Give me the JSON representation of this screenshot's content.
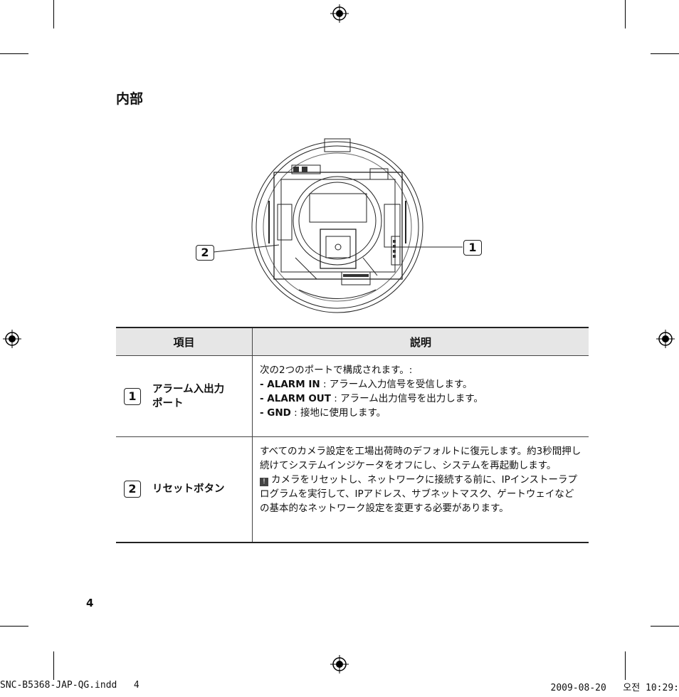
{
  "section_title": "内部",
  "figure": {
    "callout_1": "1",
    "callout_2": "2"
  },
  "table": {
    "header": {
      "item": "項目",
      "description": "説明"
    },
    "rows": [
      {
        "number": "1",
        "item": "アラーム入出力\nポート",
        "intro": "次の2つのポートで構成されます。:",
        "lines": [
          {
            "key": "- ALARM IN",
            "text": " : アラーム入力信号を受信します。"
          },
          {
            "key": "- ALARM OUT",
            "text": " : アラーム出力信号を出力します。"
          },
          {
            "key": "- GND",
            "text": " : 接地に使用します。"
          }
        ]
      },
      {
        "number": "2",
        "item": "リセットボタン",
        "intro": "すべてのカメラ設定を工場出荷時のデフォルトに復元します。約3秒間押し続けてシステムインジケータをオフにし、システムを再起動します。",
        "note_icon": "!",
        "note": "カメラをリセットし、ネットワークに接続する前に、IPインストーラプログラムを実行して、IPアドレス、サブネットマスク、ゲートウェイなどの基本的なネットワーク設定を変更する必要があります。"
      }
    ]
  },
  "page_number": "4",
  "slug": {
    "file": "SNC-B5368-JAP-QG.indd   4",
    "date": "2009-08-20   오전 10:29:"
  }
}
